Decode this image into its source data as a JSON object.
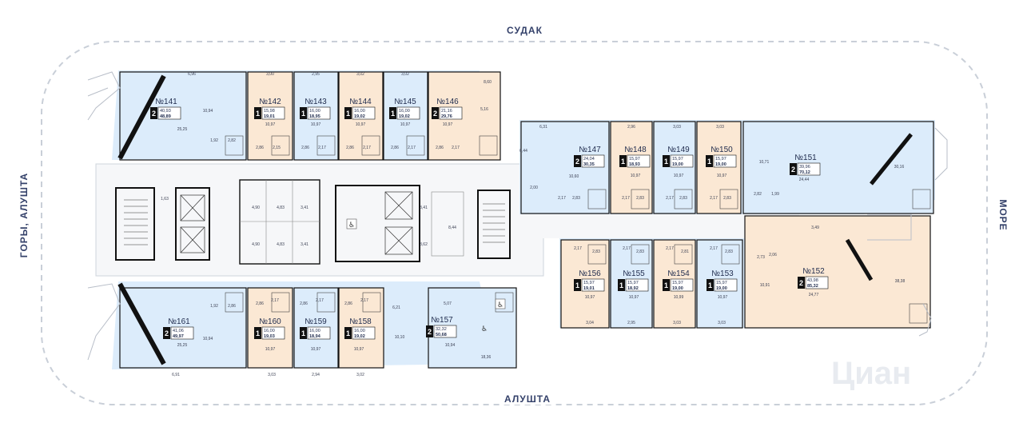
{
  "orientation": {
    "top": "СУДАК",
    "bottom": "АЛУШТА",
    "left": "ГОРЫ, АЛУШТА",
    "right": "МОРЕ"
  },
  "colors": {
    "blue": "#dcecfb",
    "peach": "#fbe8d4",
    "wall": "#111111",
    "frame": "#c9cfd8",
    "text": "#34416a"
  },
  "apartments": [
    {
      "id": "141",
      "label": "№141",
      "rooms": "2",
      "living": "40,93",
      "total": "48,89",
      "color": "blue",
      "dims": [
        "6,96",
        "10,94",
        "25,25",
        "1,92",
        "2,82"
      ]
    },
    {
      "id": "142",
      "label": "№142",
      "rooms": "1",
      "living": "15,98",
      "total": "19,01",
      "color": "peach",
      "dims": [
        "3,00",
        "10,97",
        "2,86",
        "2,15"
      ]
    },
    {
      "id": "143",
      "label": "№143",
      "rooms": "1",
      "living": "16,00",
      "total": "18,95",
      "color": "blue",
      "dims": [
        "2,95",
        "10,97",
        "2,86",
        "2,17"
      ]
    },
    {
      "id": "144",
      "label": "№144",
      "rooms": "1",
      "living": "16,00",
      "total": "19,02",
      "color": "peach",
      "dims": [
        "3,02",
        "10,97",
        "2,86",
        "2,17"
      ]
    },
    {
      "id": "145",
      "label": "№145",
      "rooms": "1",
      "living": "16,00",
      "total": "19,02",
      "color": "blue",
      "dims": [
        "3,02",
        "10,97",
        "2,86",
        "2,17"
      ]
    },
    {
      "id": "146",
      "label": "№146",
      "rooms": "2",
      "living": "21,16",
      "total": "29,76",
      "color": "peach",
      "dims": [
        "8,60",
        "5,16",
        "10,97",
        "2,86",
        "2,17"
      ]
    },
    {
      "id": "147",
      "label": "№147",
      "rooms": "2",
      "living": "24,04",
      "total": "30,35",
      "color": "blue",
      "dims": [
        "6,31",
        "6,44",
        "10,60",
        "2,00",
        "2,17",
        "2,83"
      ]
    },
    {
      "id": "148",
      "label": "№148",
      "rooms": "1",
      "living": "15,97",
      "total": "18,93",
      "color": "peach",
      "dims": [
        "2,96",
        "10,97",
        "2,17",
        "2,83"
      ]
    },
    {
      "id": "149",
      "label": "№149",
      "rooms": "1",
      "living": "15,97",
      "total": "19,00",
      "color": "blue",
      "dims": [
        "3,03",
        "10,97",
        "2,17",
        "2,83"
      ]
    },
    {
      "id": "150",
      "label": "№150",
      "rooms": "1",
      "living": "15,97",
      "total": "19,00",
      "color": "peach",
      "dims": [
        "3,03",
        "10,97",
        "2,17",
        "2,83"
      ]
    },
    {
      "id": "151",
      "label": "№151",
      "rooms": "2",
      "living": "39,96",
      "total": "70,12",
      "color": "blue",
      "dims": [
        "10,71",
        "30,16",
        "24,44",
        "2,82",
        "1,99"
      ]
    },
    {
      "id": "152",
      "label": "№152",
      "rooms": "2",
      "living": "43,98",
      "total": "85,32",
      "color": "peach",
      "dims": [
        "3,49",
        "38,38",
        "24,77",
        "10,91",
        "2,73",
        "2,06"
      ]
    },
    {
      "id": "153",
      "label": "№153",
      "rooms": "1",
      "living": "15,97",
      "total": "19,00",
      "color": "blue",
      "dims": [
        "2,17",
        "2,83",
        "10,97",
        "3,03"
      ]
    },
    {
      "id": "154",
      "label": "№154",
      "rooms": "1",
      "living": "15,97",
      "total": "19,00",
      "color": "peach",
      "dims": [
        "2,17",
        "2,81",
        "10,99",
        "3,03"
      ]
    },
    {
      "id": "155",
      "label": "№155",
      "rooms": "1",
      "living": "15,97",
      "total": "18,92",
      "color": "blue",
      "dims": [
        "2,17",
        "2,83",
        "10,97",
        "2,95"
      ]
    },
    {
      "id": "156",
      "label": "№156",
      "rooms": "1",
      "living": "15,97",
      "total": "19,01",
      "color": "peach",
      "dims": [
        "2,17",
        "2,83",
        "10,97",
        "3,04"
      ]
    },
    {
      "id": "157",
      "label": "№157",
      "rooms": "2",
      "living": "32,32",
      "total": "50,68",
      "color": "blue",
      "dims": [
        "6,21",
        "5,07",
        "10,10",
        "10,94",
        "18,36"
      ]
    },
    {
      "id": "158",
      "label": "№158",
      "rooms": "1",
      "living": "16,00",
      "total": "19,02",
      "color": "peach",
      "dims": [
        "2,86",
        "2,17",
        "10,97",
        "3,02"
      ]
    },
    {
      "id": "159",
      "label": "№159",
      "rooms": "1",
      "living": "16,00",
      "total": "18,94",
      "color": "blue",
      "dims": [
        "2,86",
        "2,17",
        "10,97",
        "2,94"
      ]
    },
    {
      "id": "160",
      "label": "№160",
      "rooms": "1",
      "living": "16,00",
      "total": "19,03",
      "color": "peach",
      "dims": [
        "2,86",
        "2,17",
        "10,97",
        "3,03"
      ]
    },
    {
      "id": "161",
      "label": "№161",
      "rooms": "2",
      "living": "41,06",
      "total": "49,97",
      "color": "blue",
      "dims": [
        "1,92",
        "2,86",
        "10,94",
        "25,25",
        "6,91"
      ]
    }
  ],
  "common_dims": [
    "1,63",
    "4,90",
    "4,83",
    "3,41",
    "4,90",
    "4,83",
    "3,41",
    "3,41",
    "3,62",
    "8,44"
  ],
  "watermark": "Циан"
}
